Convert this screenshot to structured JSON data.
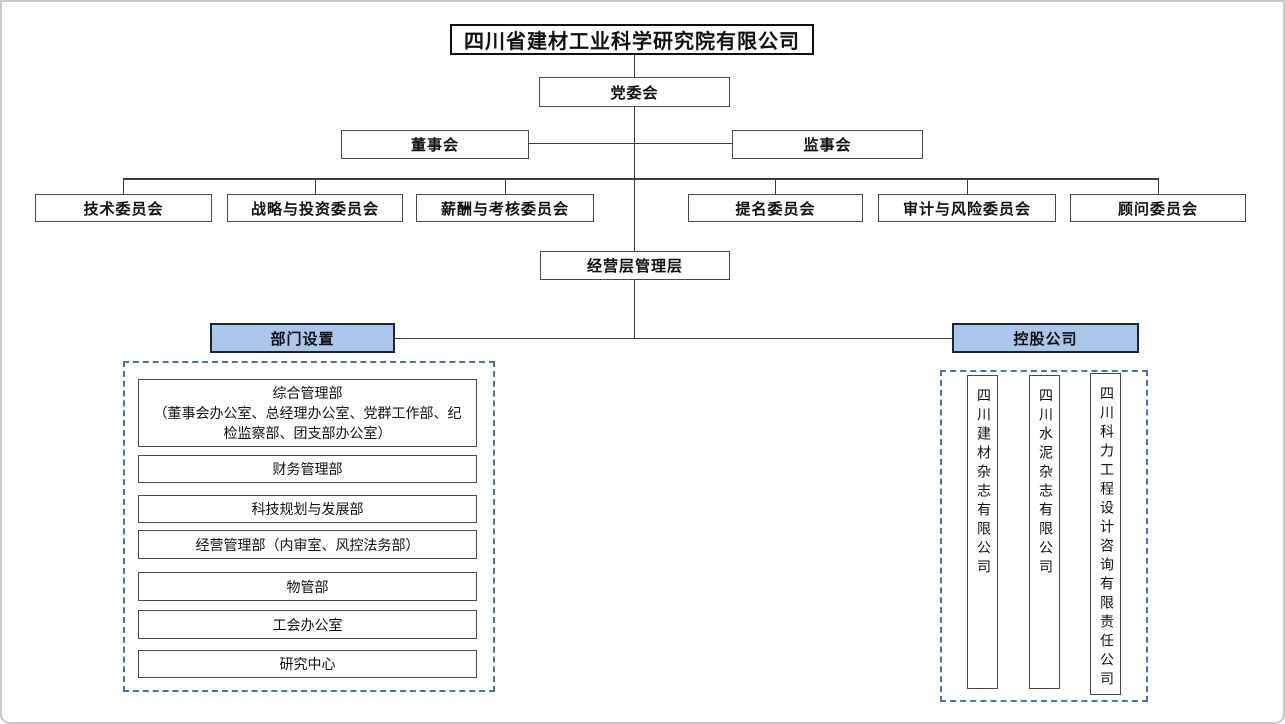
{
  "org_chart": {
    "root": "四川省建材工业科学研究院有限公司",
    "party_committee": "党委会",
    "board": "董事会",
    "supervisory": "监事会",
    "committees": [
      "技术委员会",
      "战略与投资委员会",
      "薪酬与考核委员会",
      "提名委员会",
      "审计与风险委员会",
      "顾问委员会"
    ],
    "management": "经营层管理层",
    "departments_header": "部门设置",
    "departments": [
      {
        "name": "综合管理部",
        "detail": "（董事会办公室、总经理办公室、党群工作部、纪检监察部、团支部办公室）"
      },
      {
        "name": "财务管理部",
        "detail": ""
      },
      {
        "name": "科技规划与发展部",
        "detail": ""
      },
      {
        "name": "经营管理部（内审室、风控法务部）",
        "detail": ""
      },
      {
        "name": "物管部",
        "detail": ""
      },
      {
        "name": "工会办公室",
        "detail": ""
      },
      {
        "name": "研究中心",
        "detail": ""
      }
    ],
    "holdings_header": "控股公司",
    "holdings": [
      "四川建材杂志有限公司",
      "四川水泥杂志有限公司",
      "四川科力工程设计咨询有限责任公司"
    ]
  },
  "colors": {
    "header_fill": "#aac7ea",
    "header_border": "#17233f",
    "dashed_border": "#4472c4",
    "line": "#3d3d3d",
    "box_border": "#4a4a4a",
    "page_border": "#c9c9c9"
  }
}
